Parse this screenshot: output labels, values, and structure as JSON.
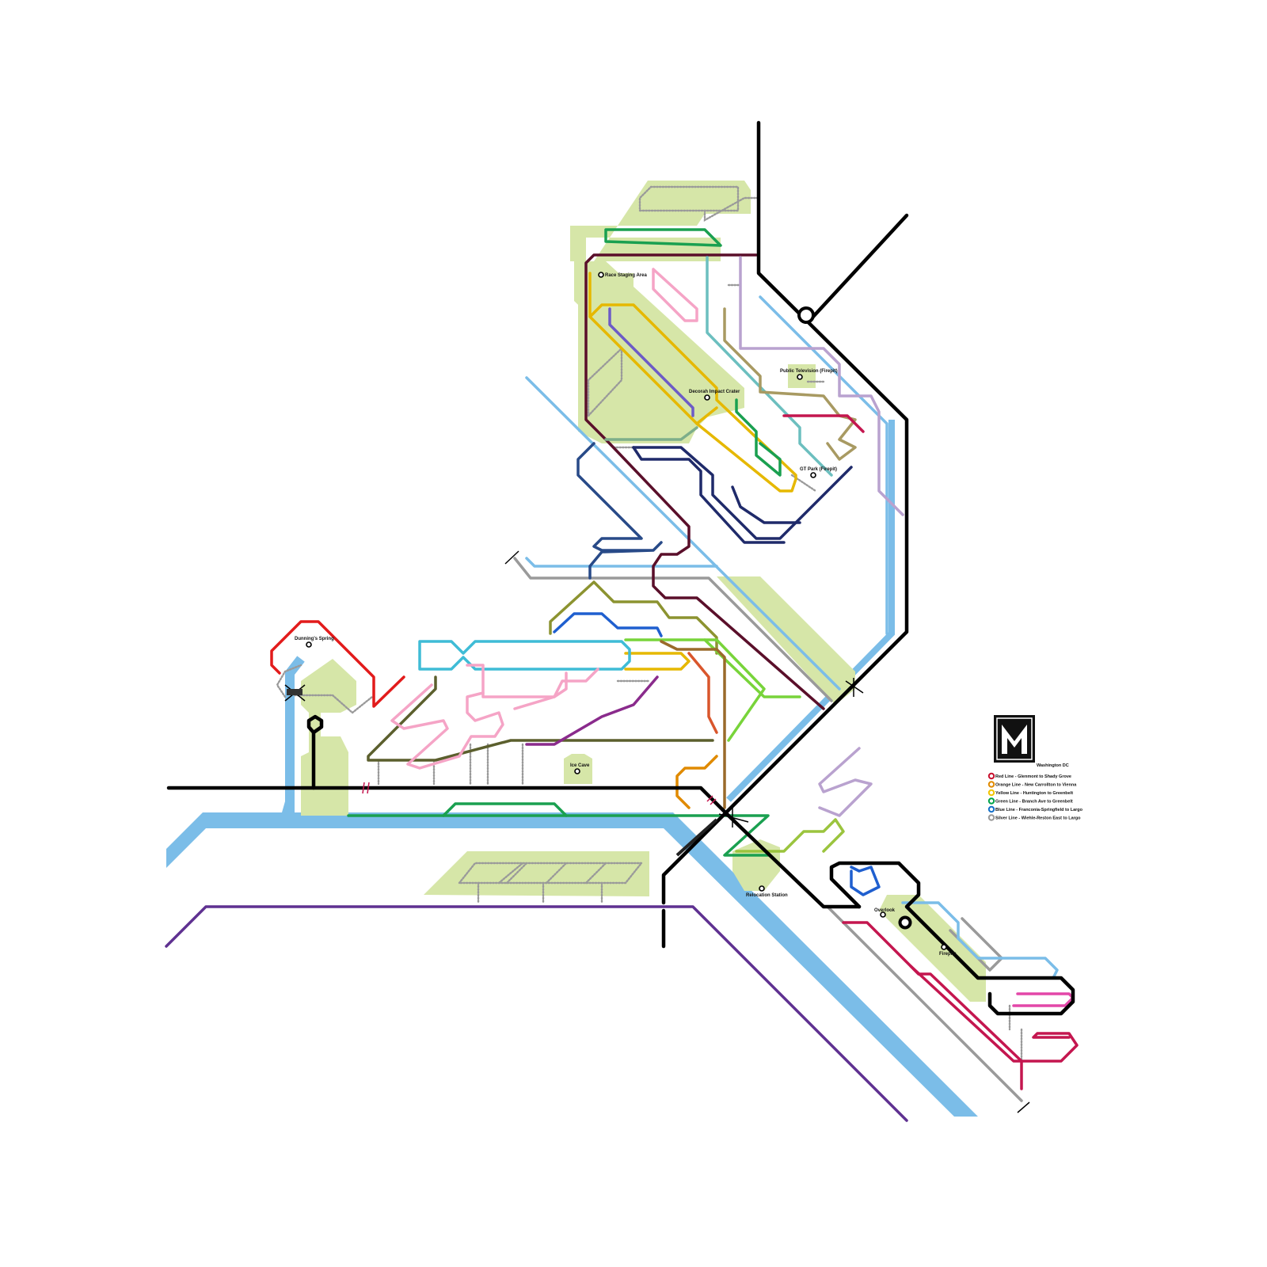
{
  "map": {
    "logo_letter": "M",
    "logo_caption": "Washington DC",
    "stations": [
      {
        "label": "Race Staging Area"
      },
      {
        "label": "Public Television (Firepit)"
      },
      {
        "label": "Decorah Impact Crater"
      },
      {
        "label": "GT Park (Firepit)"
      },
      {
        "label": "Dunning's Spring"
      },
      {
        "label": "Ice Cave"
      },
      {
        "label": "Relocation Station"
      },
      {
        "label": "Overlook"
      },
      {
        "label": "Firepits"
      }
    ],
    "legend": [
      {
        "label": "Red Line - Glenmont to Shady Grove",
        "color": "#c8102e"
      },
      {
        "label": "Orange Line - New Carrollton to Vienna",
        "color": "#e08a00"
      },
      {
        "label": "Yellow Line - Huntington to Greenbelt",
        "color": "#f2c500"
      },
      {
        "label": "Green Line - Branch Ave to Greenbelt",
        "color": "#00a34a"
      },
      {
        "label": "Blue Line - Franconia-Springfield to Largo",
        "color": "#1570c9"
      },
      {
        "label": "Silver Line - Wiehle-Reston East to Largo",
        "color": "#9a9a9a"
      }
    ],
    "colors": {
      "water": "#7bbde8",
      "park": "#d6e6a8",
      "metro_black": "#000000"
    }
  }
}
